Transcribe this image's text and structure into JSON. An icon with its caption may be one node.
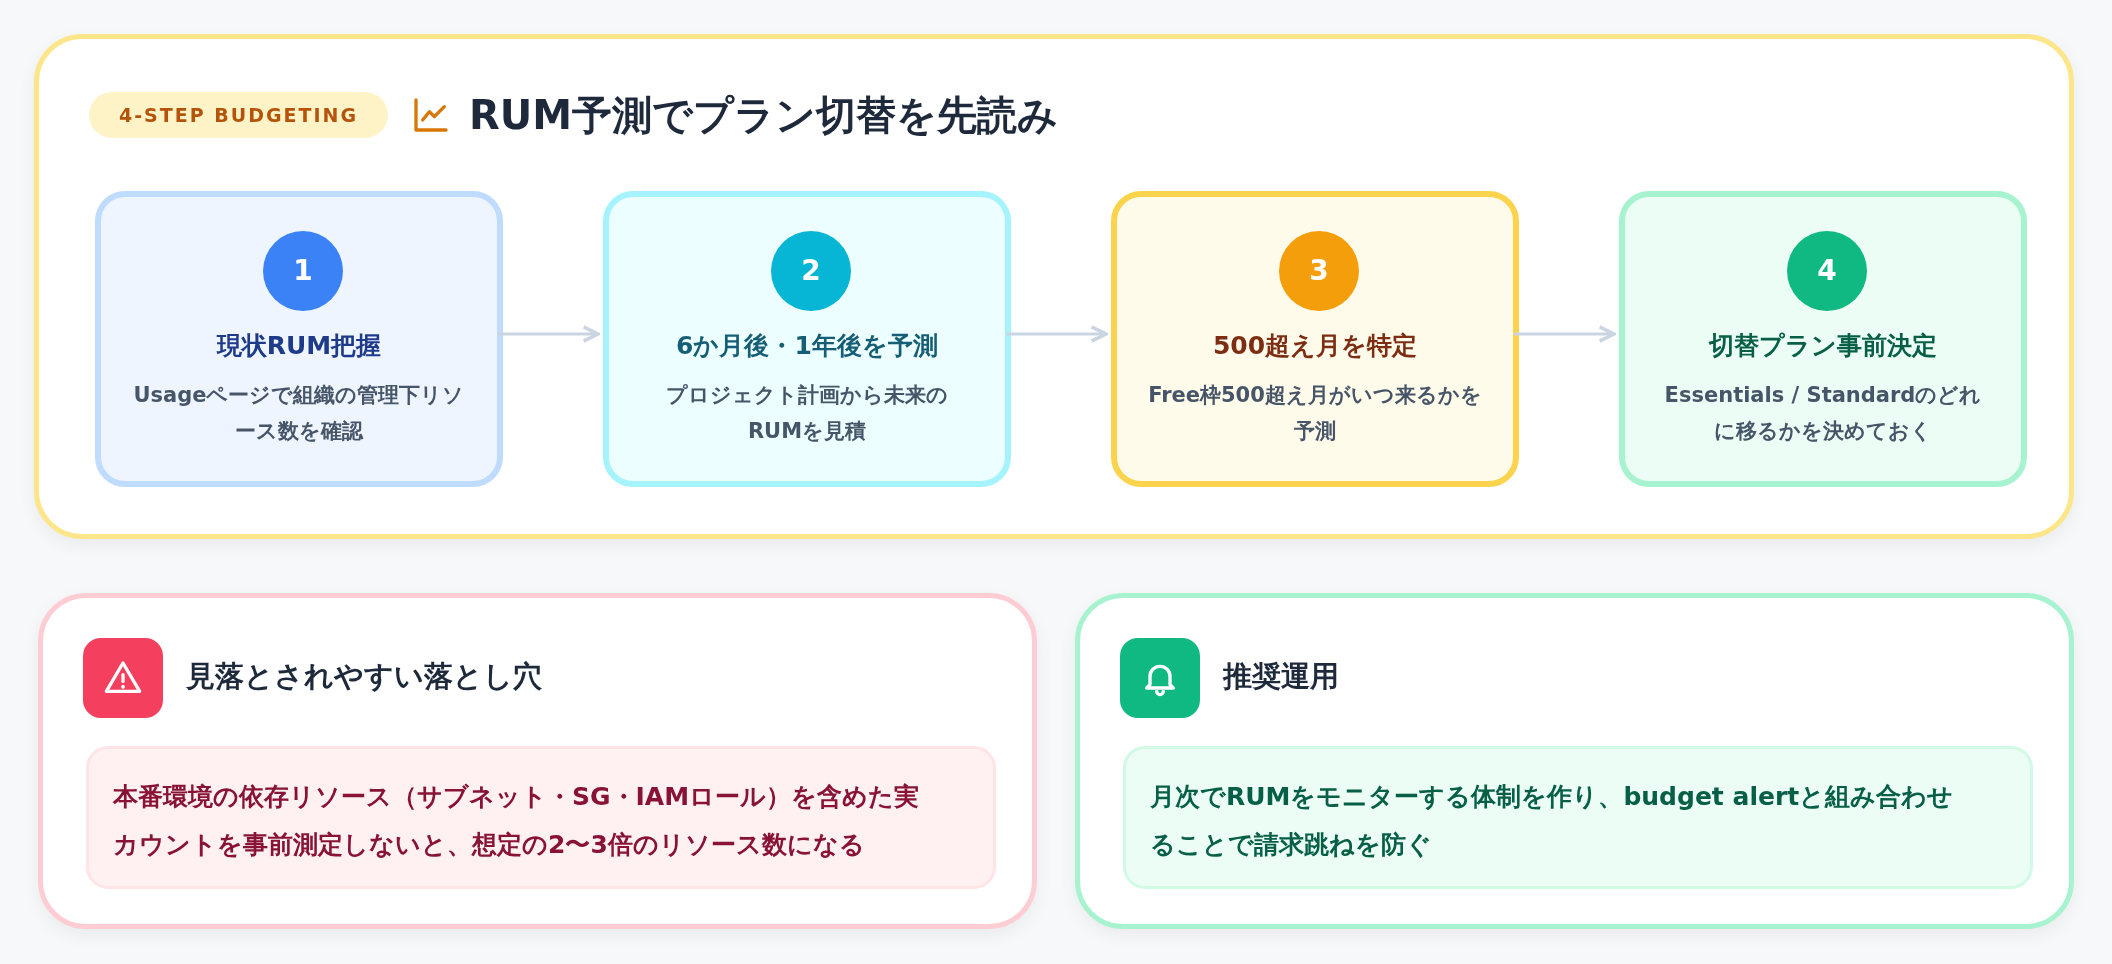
{
  "diagram": {
    "nodes": [
      {
        "text": [
          "4-STEP BUDGETING",
          "RUM予測でプラン切替を先読み"
        ]
      },
      {
        "text": [
          "1",
          "現状RUM把握",
          "Usageページで組織の管理下リソース数を確認"
        ],
        "in": 0
      },
      {
        "text": [
          "2",
          "6か月後・1年後を予測",
          "プロジェクト計画から未来のRUMを見積"
        ],
        "in": 0
      },
      {
        "text": [
          "3",
          "500超え月を特定",
          "Free枠500超え月がいつ来るかを予測"
        ],
        "in": 0
      },
      {
        "text": [
          "4",
          "切替プラン事前決定",
          "Essentials / Standardのどれに移るかを決めておく"
        ],
        "in": 0
      },
      {
        "text": [
          "見落とされやすい落とし穴"
        ]
      },
      {
        "text": [
          "本番環境の依存リソース（サブネット・SG・IAMロール）を含めた実カウントを事前測定しないと、想定の2〜3倍のリソース数になる"
        ],
        "in": 5
      },
      {
        "text": [
          "推奨運用"
        ]
      },
      {
        "text": [
          "月次でRUMをモニターする体制を作り、budget alertと組み合わせることで請求跳ねを防ぐ"
        ],
        "in": 7
      }
    ],
    "edges": [
      {
        "from": 1,
        "to": 2,
        "arrow": "to"
      },
      {
        "from": 2,
        "to": 3,
        "arrow": "to"
      },
      {
        "from": 3,
        "to": 4,
        "arrow": "to"
      }
    ]
  }
}
